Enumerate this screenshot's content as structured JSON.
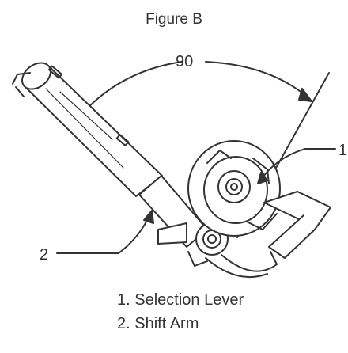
{
  "figure": {
    "title": "Figure B",
    "angle_label": "90",
    "callouts": [
      {
        "number": "1"
      },
      {
        "number": "2"
      }
    ],
    "legend": [
      "1. Selection Lever",
      "2. Shift Arm"
    ]
  }
}
